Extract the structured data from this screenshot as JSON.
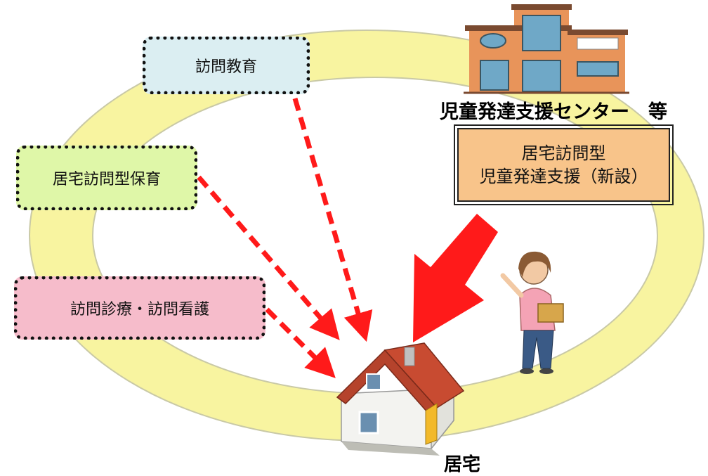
{
  "services": {
    "visit_education": "訪問教育",
    "home_visit_childcare": "居宅訪問型保育",
    "medical": "訪問診療・訪問看護"
  },
  "center": {
    "label": "児童発達支援センター　等"
  },
  "new_service": {
    "line1": "居宅訪問型",
    "line2": "児童発達支援（新設）"
  },
  "home": {
    "label": "居宅"
  },
  "colors": {
    "ring": "#f8f4a0",
    "ring_border": "#c9c9a6",
    "visit_edu_bg": "#dbeef2",
    "home_care_bg": "#dff7a8",
    "medical_bg": "#f6bccb",
    "new_service_bg": "#f8c48a",
    "arrow": "#ff1a1a"
  },
  "icons": [
    "building-icon",
    "house-icon",
    "person-icon"
  ]
}
